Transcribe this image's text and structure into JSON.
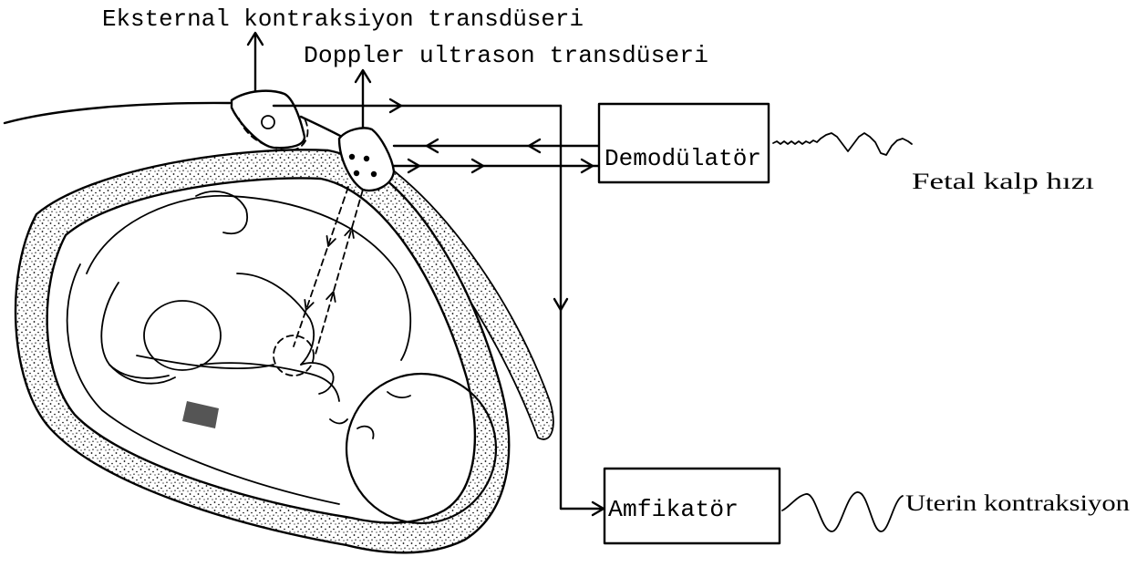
{
  "labels": {
    "external_transducer": "Eksternal kontraksiyon transdüseri",
    "doppler_transducer": "Doppler ultrason transdüseri",
    "fetal_heart_rate": "Fetal kalp hızı",
    "uterine_contraction": "Uterin kontraksiyon"
  },
  "blocks": {
    "demodulator": "Demodülatör",
    "amplifier": "Amfikatör"
  },
  "colors": {
    "ink": "#000000",
    "paper": "#ffffff"
  }
}
